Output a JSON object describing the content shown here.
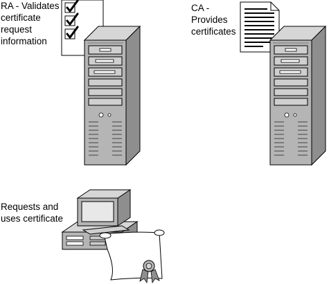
{
  "ra": {
    "label_lines": [
      "RA - Validates",
      "certificate",
      "request",
      "information"
    ]
  },
  "ca": {
    "label_lines": [
      "CA -",
      "Provides",
      "certificates"
    ]
  },
  "client": {
    "label_lines": [
      "Requests and",
      "uses certificate"
    ]
  },
  "icons": {
    "ra_document": "checklist-document-icon",
    "ca_document": "text-document-icon",
    "server": "tower-server-icon",
    "workstation": "desktop-computer-icon",
    "certificate": "certificate-scroll-icon"
  },
  "colors": {
    "server_body": "#b5b5b5",
    "server_side": "#8e8e8e",
    "outline": "#000000",
    "paper": "#ffffff"
  }
}
